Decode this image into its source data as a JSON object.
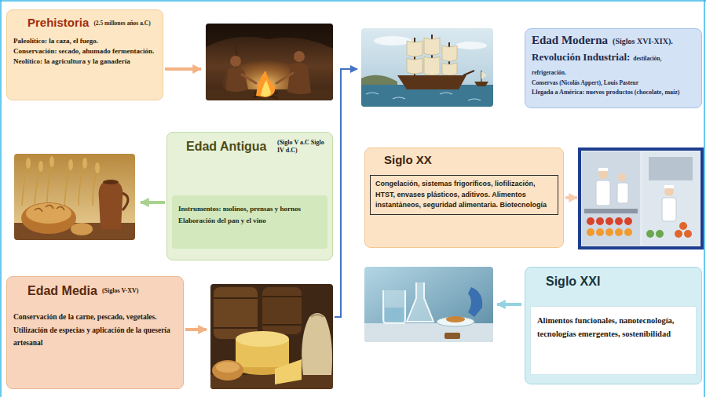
{
  "diagram": {
    "nodes": [
      {
        "text": [
          "Prehistoria",
          "(2.5 millones años a.C)",
          "Paleolítico: la caza, el fuego.",
          "Conservación: secado, ahumado fermentación.",
          "Neolítico: la agricultura y la ganadería"
        ]
      },
      {
        "text": [
          "Edad Antigua",
          "(Siglo V a.C Siglo IV d.C)",
          "Instrumentos: molinos, prensas y hornos",
          "Elaboración del pan y el vino"
        ]
      },
      {
        "text": [
          "Edad Media",
          "(Siglos V-XV)",
          "Conservación de la carne, pescado, vegetales. Utilización de especias y aplicación de la quesería artesanal"
        ]
      },
      {
        "text": [
          "Edad Moderna",
          "(Siglos XVI-XIX).",
          "Revolución Industrial:",
          "destilación, refrigeración.",
          "Conservas (Nicolás Appert), Louis Pasteur",
          "Llegada a América: nuevos productos (chocolate, maíz)"
        ]
      },
      {
        "text": [
          "Siglo XX",
          "Congelación, sistemas frigoríficos, liofilización, HTST, envases plásticos, aditivos. Alimentos instantáneos, seguridad alimentaria. Biotecnología"
        ]
      },
      {
        "text": [
          "Siglo XXI",
          "Alimentos funcionales, nanotecnología, tecnologías emergentes, sostenibilidad"
        ]
      }
    ]
  }
}
